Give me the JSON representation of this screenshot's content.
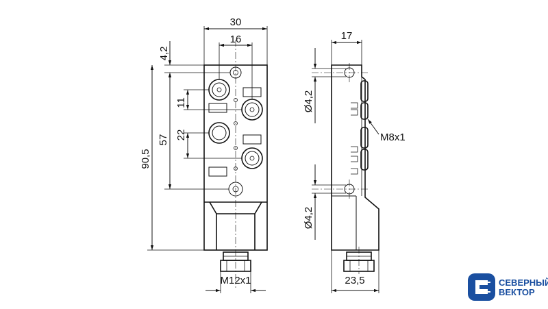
{
  "dimensions": {
    "front_width": "30",
    "front_pitch": "16",
    "front_offset": "4,2",
    "front_pitch_11": "11",
    "front_pitch_22": "22",
    "front_pitch_57": "57",
    "front_height": "90,5",
    "front_connector": "M12x1",
    "side_depth": "17",
    "side_hole_top": "Ø4,2",
    "side_hole_bottom": "Ø4,2",
    "side_connector": "M8x1",
    "side_width": "23,5"
  },
  "logo": {
    "line1": "СЕВЕРНЫЙ",
    "line2": "ВЕКТОР",
    "color": "#1a4fa0"
  }
}
